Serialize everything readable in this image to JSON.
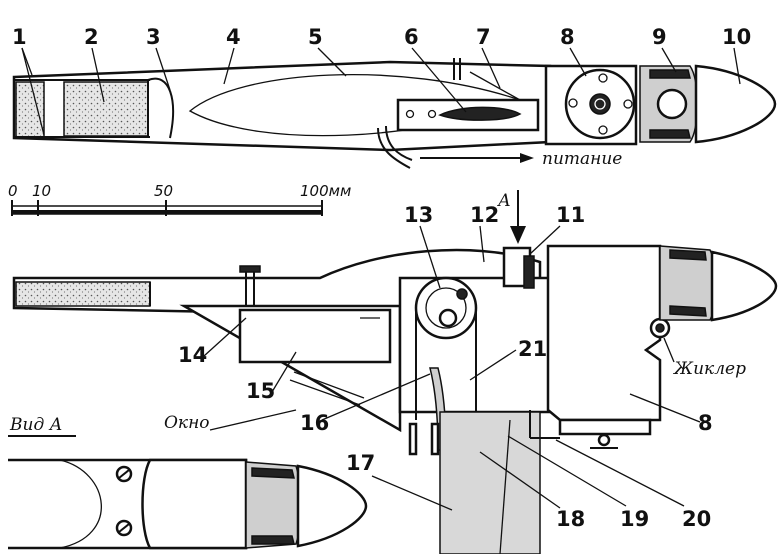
{
  "labels": {
    "n1": "1",
    "n2": "2",
    "n3": "3",
    "n4": "4",
    "n5": "5",
    "n6": "6",
    "n7": "7",
    "n8": "8",
    "n9": "9",
    "n10": "10",
    "n11": "11",
    "n12": "12",
    "n13": "13",
    "n14": "14",
    "n15": "15",
    "n16": "16",
    "n17": "17",
    "n18": "18",
    "n19": "19",
    "n20": "20",
    "n21": "21",
    "n8b": "8"
  },
  "captions": {
    "feed": "питание",
    "jet": "Жиклер",
    "window": "Окно",
    "view": "Вид А",
    "arrow_a": "А"
  },
  "scale": {
    "t0": "0",
    "t10": "10",
    "t50": "50",
    "t100": "100мм"
  }
}
